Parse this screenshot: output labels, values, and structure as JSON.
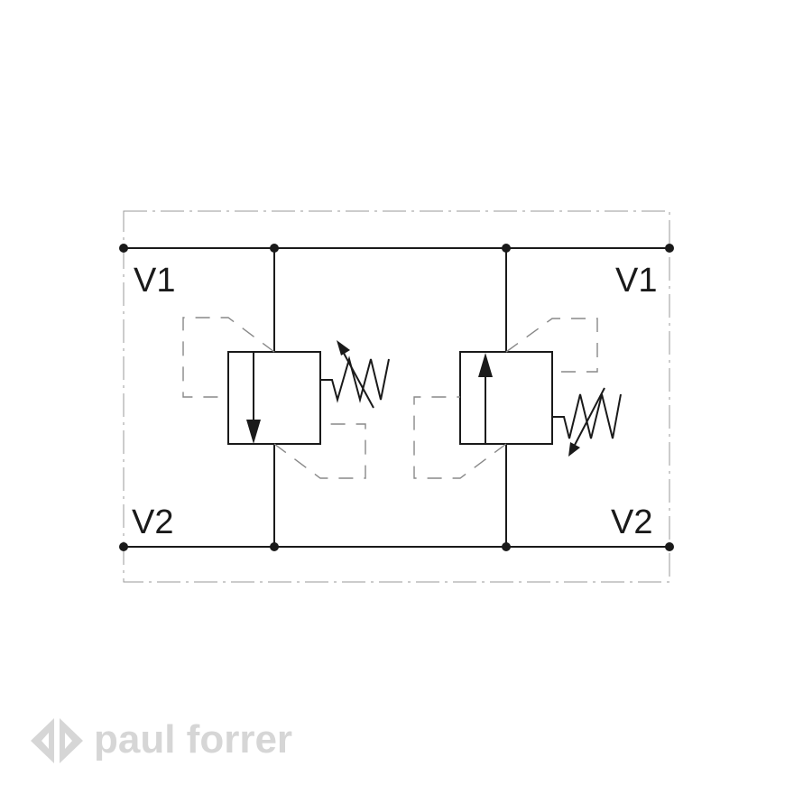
{
  "labels": {
    "v1_left": "V1",
    "v1_right": "V1",
    "v2_left": "V2",
    "v2_right": "V2"
  },
  "logo": {
    "text": "paul forrer"
  },
  "colors": {
    "line": "#1a1a1a",
    "pilot": "#888888",
    "logo": "#d6d6d6"
  }
}
